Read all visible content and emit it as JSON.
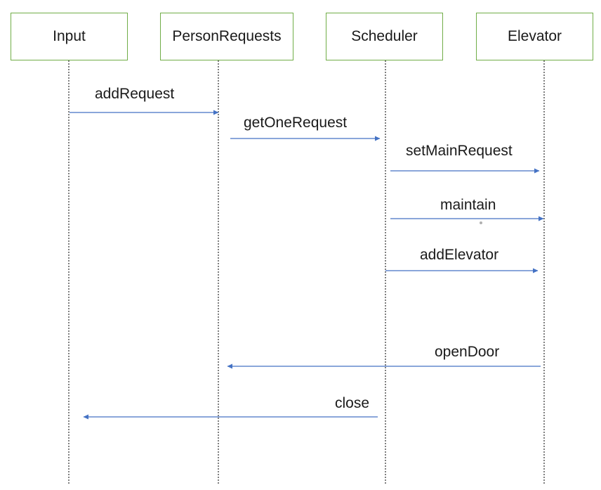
{
  "participants": [
    {
      "label": "Input"
    },
    {
      "label": "PersonRequests"
    },
    {
      "label": "Scheduler"
    },
    {
      "label": "Elevator"
    }
  ],
  "messages": [
    {
      "label": "addRequest",
      "from": "Input",
      "to": "PersonRequests"
    },
    {
      "label": "getOneRequest",
      "from": "PersonRequests",
      "to": "Scheduler"
    },
    {
      "label": "setMainRequest",
      "from": "Scheduler",
      "to": "Elevator"
    },
    {
      "label": "maintain",
      "from": "Scheduler",
      "to": "Elevator"
    },
    {
      "label": "addElevator",
      "from": "Scheduler",
      "to": "Elevator"
    },
    {
      "label": "openDoor",
      "from": "Elevator",
      "to": "PersonRequests"
    },
    {
      "label": "close",
      "from": "Scheduler",
      "to": "Input"
    }
  ],
  "colors": {
    "box_border": "#70ad47",
    "arrow": "#4472c4",
    "lifeline": "#000000"
  }
}
